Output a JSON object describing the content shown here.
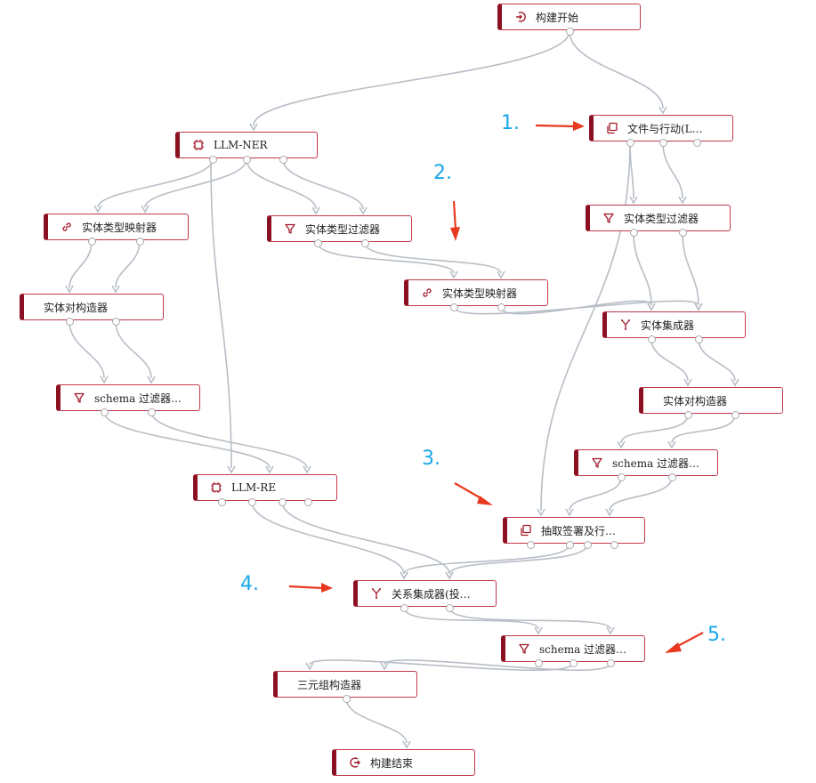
{
  "nodes": {
    "build_start": {
      "label": "构建开始",
      "icon": "login-icon"
    },
    "llm_ner": {
      "label": "LLM-NER",
      "icon": "chip-icon"
    },
    "doc_action": {
      "label": "文件与行动(L…",
      "icon": "copy-icon"
    },
    "entity_type_mapper_1": {
      "label": "实体类型映射器",
      "icon": "link-icon"
    },
    "entity_type_filter_1": {
      "label": "实体类型过滤器",
      "icon": "filter-icon"
    },
    "entity_type_filter_2": {
      "label": "实体类型过滤器",
      "icon": "filter-icon"
    },
    "entity_type_mapper_2": {
      "label": "实体类型映射器",
      "icon": "link-icon"
    },
    "entity_pair_builder_1": {
      "label": "实体对构造器",
      "icon": ""
    },
    "entity_merger": {
      "label": "实体集成器",
      "icon": "merge-icon"
    },
    "schema_filter_1": {
      "label": "schema 过滤器…",
      "icon": "filter-icon"
    },
    "entity_pair_builder_2": {
      "label": "实体对构造器",
      "icon": ""
    },
    "schema_filter_2": {
      "label": "schema 过滤器…",
      "icon": "filter-icon"
    },
    "llm_re": {
      "label": "LLM-RE",
      "icon": "chip-icon"
    },
    "extract_sign": {
      "label": "抽取签署及行…",
      "icon": "copy-icon"
    },
    "relation_merger": {
      "label": "关系集成器(投…",
      "icon": "merge-icon"
    },
    "schema_filter_3": {
      "label": "schema 过滤器…",
      "icon": "filter-icon"
    },
    "triple_builder": {
      "label": "三元组构造器",
      "icon": ""
    },
    "build_end": {
      "label": "构建结束",
      "icon": "logout-icon"
    }
  },
  "annotations": [
    "1.",
    "2.",
    "3.",
    "4.",
    "5."
  ],
  "colors": {
    "node_border": "#8b1021",
    "edge": "#b8bec6",
    "annotation": "#1aa7e8",
    "arrow": "#e8391e"
  }
}
